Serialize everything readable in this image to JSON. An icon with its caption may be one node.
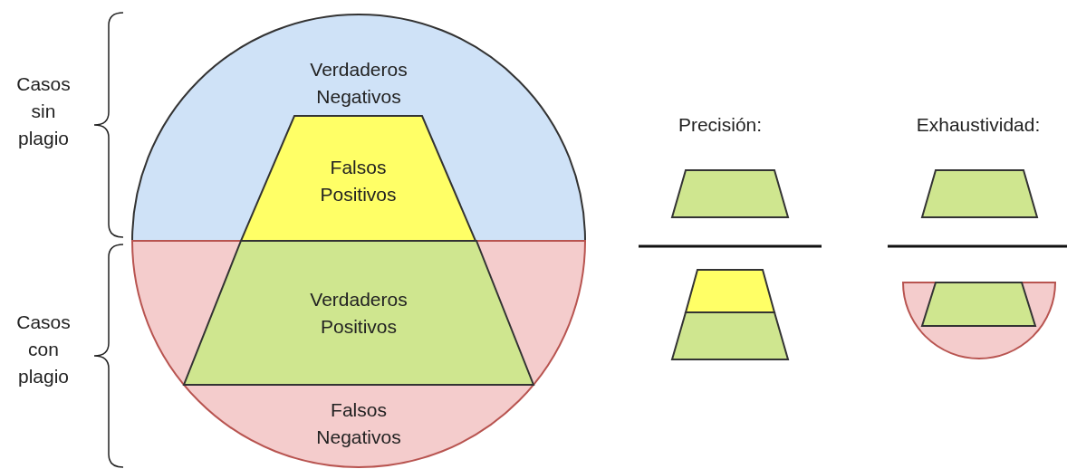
{
  "diagram": {
    "nodes": [
      {
        "text": [
          "Verdaderos Negativos"
        ]
      },
      {
        "text": [
          "Falsos Positivos"
        ],
        "in": 0
      },
      {
        "text": [
          "Verdaderos Positivos"
        ],
        "in": 3
      },
      {
        "text": [
          "Falsos Negativos"
        ]
      },
      {
        "text": [],
        "shape": "trapezoid"
      },
      {
        "text": [],
        "shape": "trapezoid"
      },
      {
        "text": [],
        "shape": "trapezoid"
      },
      {
        "text": [],
        "shape": "trapezoid"
      },
      {
        "text": [],
        "shape": "semicircle"
      },
      {
        "text": [],
        "shape": "trapezoid",
        "in": 8
      }
    ],
    "labels": [
      "Casos sin plagio",
      "Casos con plagio",
      "Precisión:",
      "Exhaustividad:"
    ]
  }
}
